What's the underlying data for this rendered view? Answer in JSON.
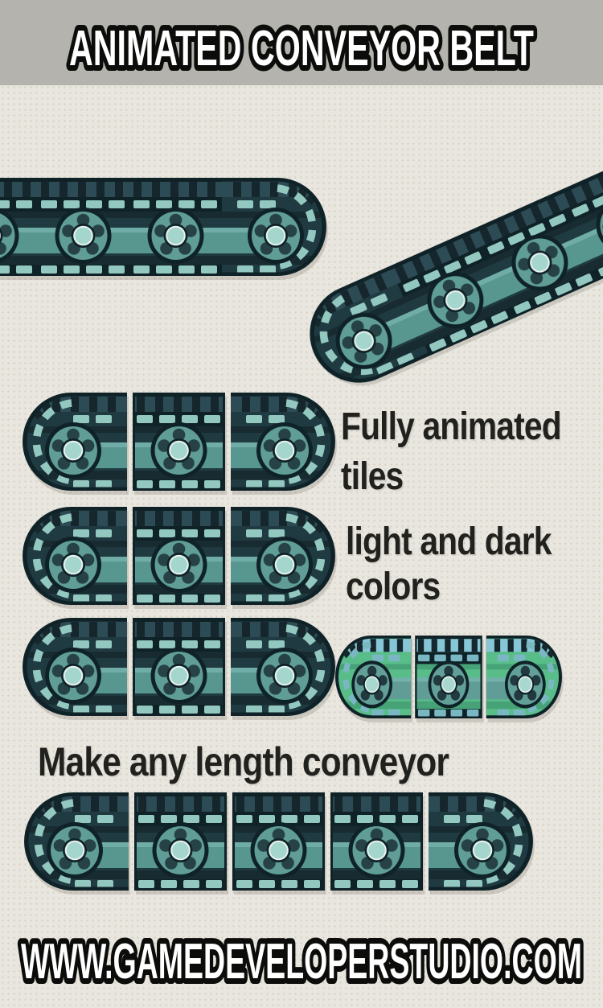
{
  "banner": {
    "title": "ANIMATED CONVEYOR BELT"
  },
  "notes": {
    "fully_animated": "Fully animated\ntiles",
    "light_and_dark": "light and dark\ncolors",
    "any_length": "Make any length conveyor"
  },
  "footer": {
    "url": "WWW.GAMEDEVELOPERSTUDIO.COM"
  },
  "colors": {
    "page_bg": "#e9e6df",
    "dot_pattern": "#d6d2c6",
    "banner_bg": "#b4b3ad",
    "heading_fill": "#ffffff",
    "heading_outline": "#0c0c0a",
    "note_text": "#21211e"
  },
  "belt_dark": {
    "o": "#0f2227",
    "track": "#2d4b54",
    "slat": "#15262c",
    "dash": "#93c8c0",
    "body": "#203a42",
    "body2": "#172b31",
    "bar": "#579790",
    "barhi": "#6fada6",
    "wheel": "#5f9d96",
    "dot": "#274247",
    "hub": "#a5d6cd",
    "hubrim": "#e6f3ef"
  },
  "belt_light": {
    "o": "#0f2227",
    "track": "#87c6d6",
    "slat": "#15262c",
    "dash": "#79b8c2",
    "body": "#58bd89",
    "body2": "#47a377",
    "bar": "#5f9d96",
    "barhi": "#73b1aa",
    "wheel": "#639f99",
    "dot": "#22393f",
    "hub": "#a9d8d0",
    "hubrim": "#e6f3ef"
  },
  "belts": [
    {
      "name": "long-belt-top-left",
      "variant": "dark",
      "wheels_visible": 4,
      "continuous": true
    },
    {
      "name": "diagonal-belt",
      "variant": "dark",
      "wheels_visible": 4,
      "continuous": true
    },
    {
      "name": "tile-row-1",
      "variant": "dark",
      "tiles": 3
    },
    {
      "name": "tile-row-2",
      "variant": "dark",
      "tiles": 3
    },
    {
      "name": "tile-row-3-dark",
      "variant": "dark",
      "tiles": 3
    },
    {
      "name": "tile-row-3-light",
      "variant": "light",
      "tiles": 3
    },
    {
      "name": "long-tile-belt-bottom",
      "variant": "dark",
      "tiles": 5
    }
  ]
}
